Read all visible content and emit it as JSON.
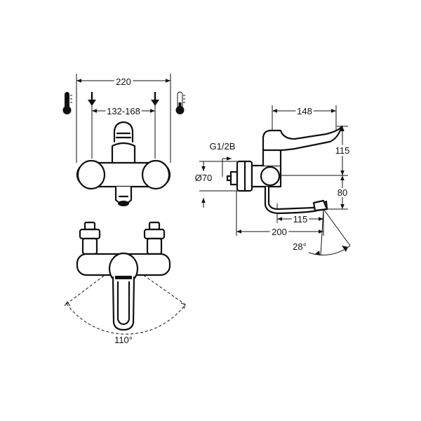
{
  "front_view": {
    "overall_width": "220",
    "inlet_spacing": "132-168"
  },
  "bottom_view": {
    "lever_swing_angle": "110°"
  },
  "side_view": {
    "connection_thread": "G1/2B",
    "body_diameter": "Ø70",
    "lever_length": "148",
    "lever_height": "115",
    "spout_height": "80",
    "spout_projection": "115",
    "total_projection": "200",
    "spout_angle": "28°"
  },
  "icons": {
    "hot": "thermometer-hot-icon",
    "cold": "thermometer-cold-icon"
  },
  "colors": {
    "line": "#111111",
    "background": "#ffffff"
  }
}
